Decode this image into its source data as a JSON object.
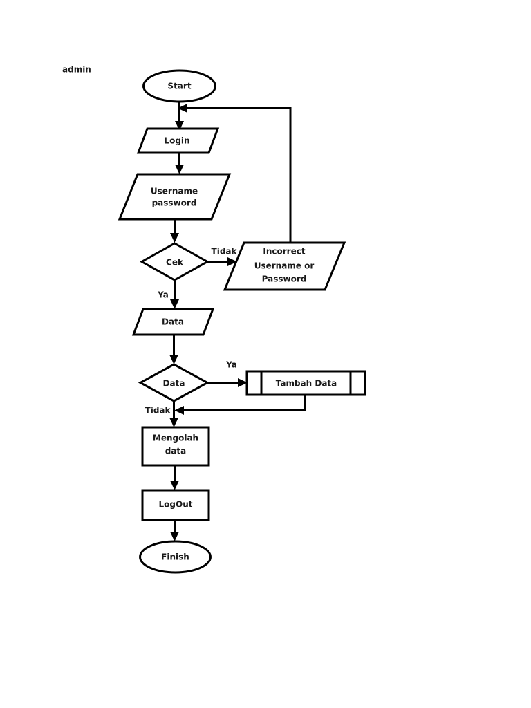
{
  "diagram": {
    "title_label": "admin",
    "type": "flowchart",
    "colors": {
      "stroke": "#000000",
      "fill": "#ffffff",
      "text": "#1a1a1a",
      "background": "#ffffff"
    },
    "nodes": [
      {
        "id": "start",
        "shape": "terminator",
        "lines": [
          "Start"
        ]
      },
      {
        "id": "login",
        "shape": "data-parallelogram",
        "lines": [
          "Login"
        ]
      },
      {
        "id": "credentials",
        "shape": "data-parallelogram",
        "lines": [
          "Username",
          "password"
        ]
      },
      {
        "id": "cek",
        "shape": "decision-diamond",
        "lines": [
          "Cek"
        ]
      },
      {
        "id": "incorrect",
        "shape": "data-parallelogram",
        "lines": [
          "Incorrect",
          "Username or",
          "Password"
        ]
      },
      {
        "id": "data-io",
        "shape": "data-parallelogram",
        "lines": [
          "Data"
        ]
      },
      {
        "id": "data-dec",
        "shape": "decision-diamond",
        "lines": [
          "Data"
        ]
      },
      {
        "id": "tambah",
        "shape": "predefined-process",
        "lines": [
          "Tambah Data"
        ]
      },
      {
        "id": "mengolah",
        "shape": "process-rectangle",
        "lines": [
          "Mengolah",
          "data"
        ]
      },
      {
        "id": "logout",
        "shape": "process-rectangle",
        "lines": [
          "LogOut"
        ]
      },
      {
        "id": "finish",
        "shape": "terminator",
        "lines": [
          "Finish"
        ]
      }
    ],
    "edges": [
      {
        "id": "e-start-login",
        "from": "start",
        "to": "login",
        "label": ""
      },
      {
        "id": "e-login-credentials",
        "from": "login",
        "to": "credentials",
        "label": ""
      },
      {
        "id": "e-credentials-cek",
        "from": "credentials",
        "to": "cek",
        "label": ""
      },
      {
        "id": "e-cek-incorrect",
        "from": "cek",
        "to": "incorrect",
        "label": "Tidak"
      },
      {
        "id": "e-cek-data",
        "from": "cek",
        "to": "data-io",
        "label": "Ya"
      },
      {
        "id": "e-incorrect-login",
        "from": "incorrect",
        "to": "login",
        "label": ""
      },
      {
        "id": "e-data-decision",
        "from": "data-io",
        "to": "data-dec",
        "label": ""
      },
      {
        "id": "e-decision-tambah",
        "from": "data-dec",
        "to": "tambah",
        "label": "Ya"
      },
      {
        "id": "e-decision-mengolah",
        "from": "data-dec",
        "to": "mengolah",
        "label": "Tidak"
      },
      {
        "id": "e-tambah-mengolah",
        "from": "tambah",
        "to": "mengolah",
        "label": ""
      },
      {
        "id": "e-mengolah-logout",
        "from": "mengolah",
        "to": "logout",
        "label": ""
      },
      {
        "id": "e-logout-finish",
        "from": "logout",
        "to": "finish",
        "label": ""
      }
    ],
    "labels": {
      "start": "Start",
      "login": "Login",
      "credentials_line1": "Username",
      "credentials_line2": "password",
      "cek": "Cek",
      "incorrect_line1": "Incorrect",
      "incorrect_line2": "Username or",
      "incorrect_line3": "Password",
      "data_io": "Data",
      "data_decision": "Data",
      "tambah": "Tambah Data",
      "mengolah_line1": "Mengolah",
      "mengolah_line2": "data",
      "logout": "LogOut",
      "finish": "Finish",
      "edge_tidak_cek": "Tidak",
      "edge_ya_cek": "Ya",
      "edge_ya_data": "Ya",
      "edge_tidak_data": "Tidak"
    }
  }
}
